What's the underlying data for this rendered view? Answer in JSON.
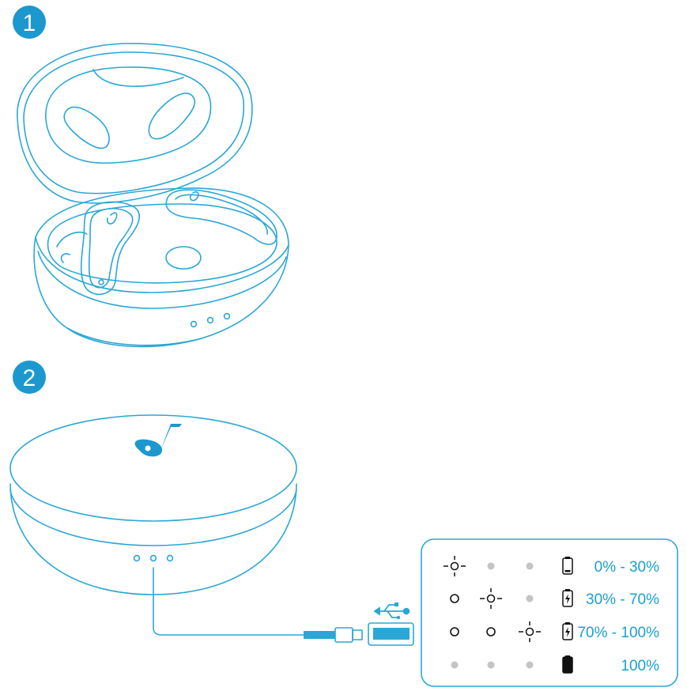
{
  "colors": {
    "line": "#2aa7d6",
    "accent": "#1aa0d0",
    "badge": "#1c98cf",
    "led_off": "#c4c4c4",
    "ink": "#111111"
  },
  "steps": [
    {
      "number": "1"
    },
    {
      "number": "2"
    }
  ],
  "connector": {
    "icon": "usb-icon"
  },
  "led_table": {
    "rows": [
      {
        "leds": [
          "blink",
          "off-dot",
          "off-dot"
        ],
        "battery_icon": "battery-low-icon",
        "level": "0% - 30%"
      },
      {
        "leds": [
          "on",
          "blink",
          "off-dot"
        ],
        "battery_icon": "battery-charging-icon",
        "level": "30% - 70%"
      },
      {
        "leds": [
          "on",
          "on",
          "blink"
        ],
        "battery_icon": "battery-charging-icon",
        "level": "70% - 100%"
      },
      {
        "leds": [
          "off-dot",
          "off-dot",
          "off-dot"
        ],
        "battery_icon": "battery-full-icon",
        "level": "100%"
      }
    ]
  }
}
